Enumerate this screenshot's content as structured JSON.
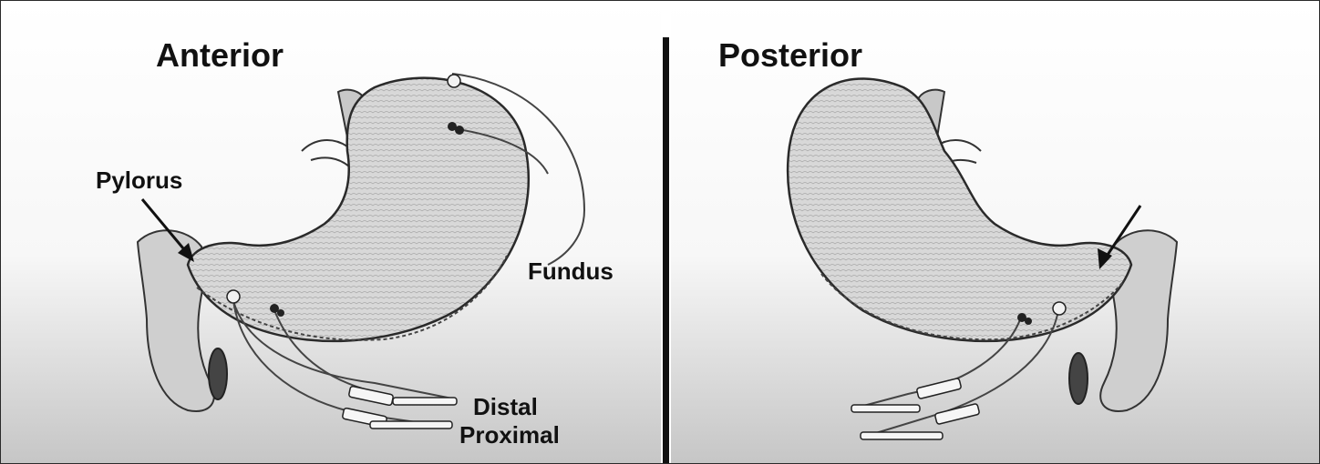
{
  "panels": {
    "anterior": {
      "title": "Anterior",
      "labels": {
        "pylorus": "Pylorus",
        "fundus": "Fundus",
        "distal": "Distal",
        "proximal": "Proximal"
      }
    },
    "posterior": {
      "title": "Posterior"
    }
  },
  "colors": {
    "ink": "#111111",
    "organ_fill": "#d6d6d6",
    "organ_shade": "#bdbdbd",
    "background_gradient_bottom": "#c9c9c9",
    "lead_fill": "#f6f6f6"
  }
}
